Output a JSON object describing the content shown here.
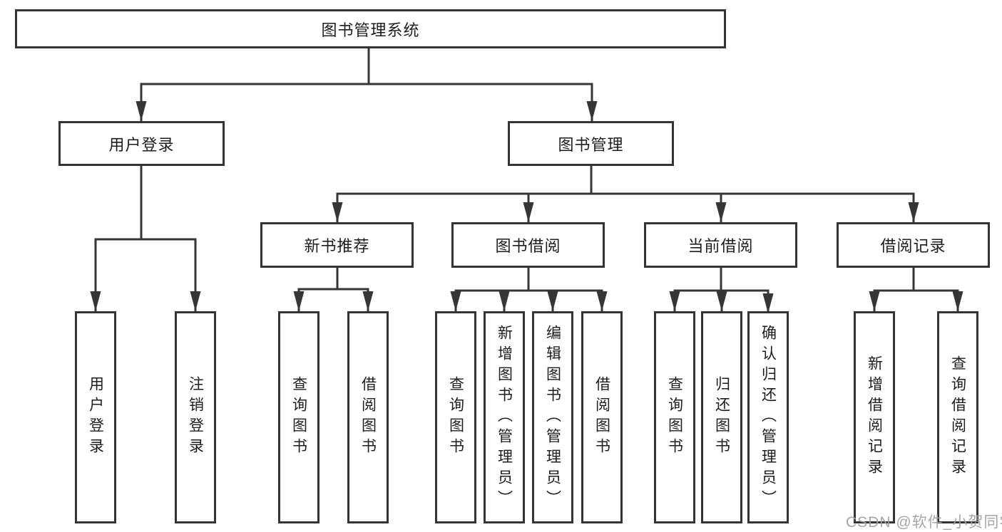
{
  "diagram": {
    "root": "图书管理系统",
    "level2": [
      "用户登录",
      "图书管理"
    ],
    "level3": [
      "新书推荐",
      "图书借阅",
      "当前借阅",
      "借阅记录"
    ],
    "leaves": {
      "user_login": [
        "用户登录",
        "注销登录"
      ],
      "new_book_rec": [
        "查询图书",
        "借阅图书"
      ],
      "book_borrow": [
        "查询图书",
        "新增图书（管理员）",
        "编辑图书（管理员）",
        "借阅图书"
      ],
      "current_borrow": [
        "查询图书",
        "归还图书",
        "确认归还（管理员）"
      ],
      "borrow_record": [
        "新增借阅记录",
        "查询借阅记录"
      ]
    },
    "line_color": "#363636"
  },
  "watermark": "CSDN @软件_小贺同学"
}
